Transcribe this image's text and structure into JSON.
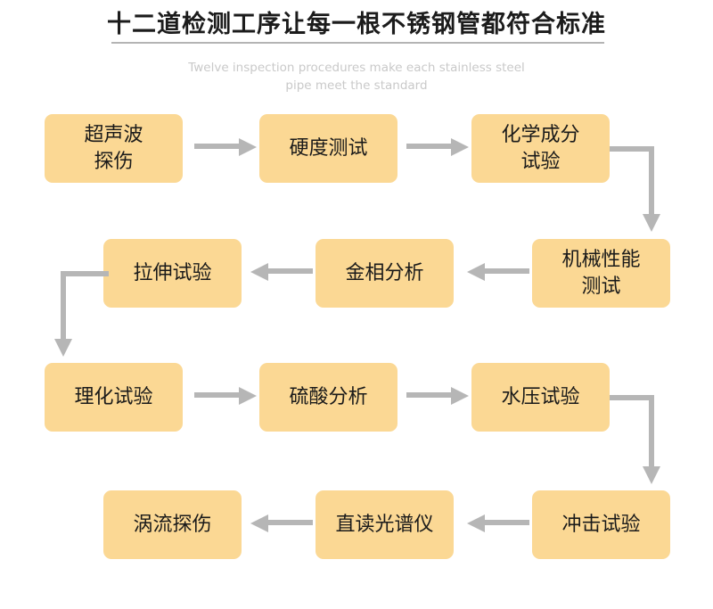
{
  "header": {
    "title": "十二道检测工序让每一根不锈钢管都符合标准",
    "subtitle": "Twelve inspection procedures make each stainless steel pipe meet the standard"
  },
  "theme": {
    "node_fill": "#fbd894",
    "node_text": "#1a1a1a",
    "connector": "#b6b6b6",
    "rule": "#b4b4b4",
    "subtitle_color": "#c9c9c9",
    "background": "#ffffff"
  },
  "flow": {
    "type": "serpentine-flowchart",
    "direction_by_row": [
      "left-to-right",
      "right-to-left",
      "left-to-right",
      "right-to-left"
    ],
    "steps": [
      {
        "index": 1,
        "label": "超声波\n探伤",
        "row": 1,
        "col": 1
      },
      {
        "index": 2,
        "label": "硬度测试",
        "row": 1,
        "col": 2
      },
      {
        "index": 3,
        "label": "化学成分\n试验",
        "row": 1,
        "col": 3
      },
      {
        "index": 4,
        "label": "机械性能\n测试",
        "row": 2,
        "col": 3
      },
      {
        "index": 5,
        "label": "金相分析",
        "row": 2,
        "col": 2
      },
      {
        "index": 6,
        "label": "拉伸试验",
        "row": 2,
        "col": 1
      },
      {
        "index": 7,
        "label": "理化试验",
        "row": 3,
        "col": 1
      },
      {
        "index": 8,
        "label": "硫酸分析",
        "row": 3,
        "col": 2
      },
      {
        "index": 9,
        "label": "水压试验",
        "row": 3,
        "col": 3
      },
      {
        "index": 10,
        "label": "冲击试验",
        "row": 4,
        "col": 3
      },
      {
        "index": 11,
        "label": "直读光谱仪",
        "row": 4,
        "col": 2
      },
      {
        "index": 12,
        "label": "涡流探伤",
        "row": 4,
        "col": 1
      }
    ],
    "connectors": [
      {
        "id": "c1",
        "from": 1,
        "to": 2,
        "kind": "arrow-right"
      },
      {
        "id": "c2",
        "from": 2,
        "to": 3,
        "kind": "arrow-right"
      },
      {
        "id": "c3",
        "from": 3,
        "to": 4,
        "kind": "elbow-down-right"
      },
      {
        "id": "c4",
        "from": 4,
        "to": 5,
        "kind": "arrow-left"
      },
      {
        "id": "c5",
        "from": 5,
        "to": 6,
        "kind": "arrow-left"
      },
      {
        "id": "c6",
        "from": 6,
        "to": 7,
        "kind": "elbow-down-left"
      },
      {
        "id": "c7",
        "from": 7,
        "to": 8,
        "kind": "arrow-right"
      },
      {
        "id": "c8",
        "from": 8,
        "to": 9,
        "kind": "arrow-right"
      },
      {
        "id": "c9",
        "from": 9,
        "to": 10,
        "kind": "elbow-down-right"
      },
      {
        "id": "c10",
        "from": 10,
        "to": 11,
        "kind": "arrow-left"
      },
      {
        "id": "c11",
        "from": 11,
        "to": 12,
        "kind": "arrow-left"
      }
    ]
  }
}
